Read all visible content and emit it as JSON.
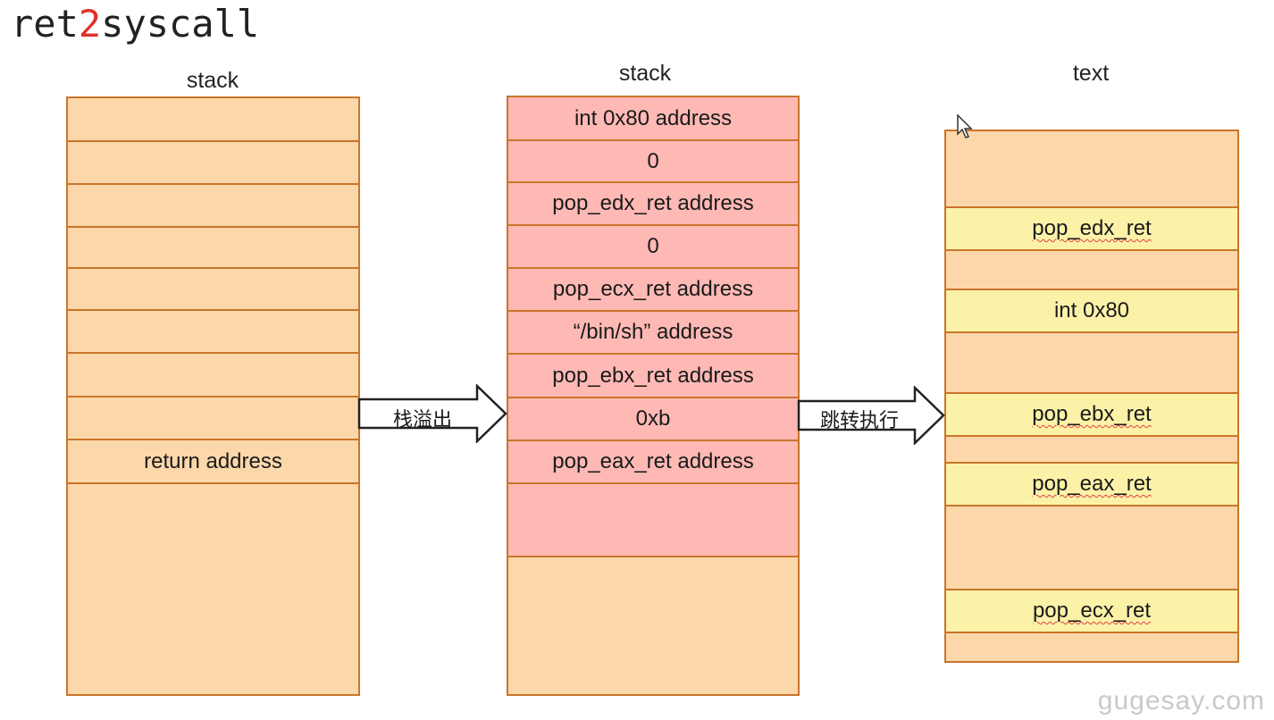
{
  "title_prefix": "ret",
  "title_accent": "2",
  "title_suffix": "syscall",
  "left_stack": {
    "label": "stack",
    "return_address": "return address"
  },
  "middle_stack": {
    "label": "stack",
    "rows": [
      "int 0x80 address",
      "0",
      "pop_edx_ret address",
      "0",
      "pop_ecx_ret address",
      "“/bin/sh” address",
      "pop_ebx_ret address",
      "0xb",
      "pop_eax_ret address"
    ]
  },
  "text_section": {
    "label": "text",
    "gadgets": [
      "pop_edx_ret",
      "int 0x80",
      "pop_ebx_ret",
      "pop_eax_ret",
      "pop_ecx_ret"
    ]
  },
  "arrows": {
    "overflow": "栈溢出",
    "jump": "跳转执行"
  },
  "watermark": "gugesay.com",
  "colors": {
    "stack_fill": "#fcd7aa",
    "stack_border": "#c8752a",
    "payload_fill": "#ffb9b5",
    "gadget_fill": "#fbf2a8",
    "title_accent": "#e0312c"
  }
}
